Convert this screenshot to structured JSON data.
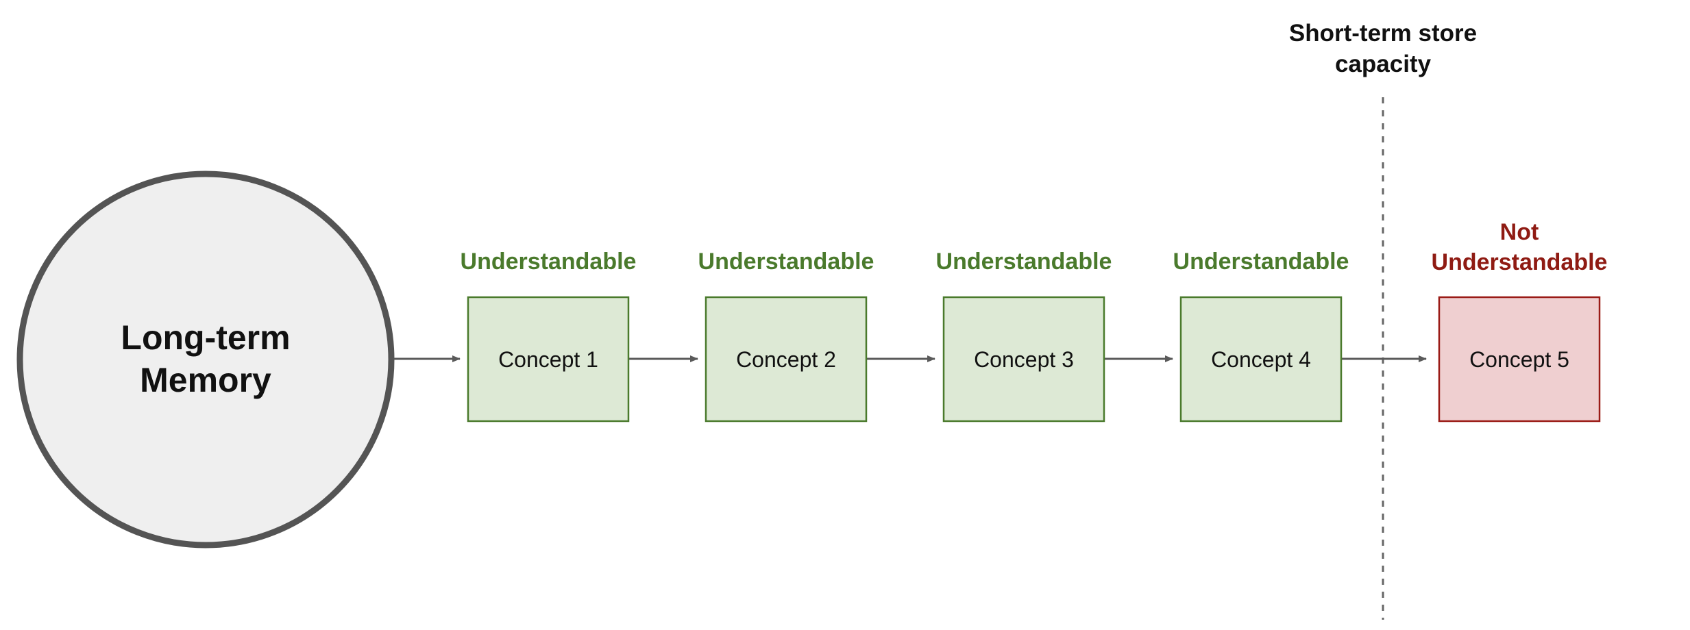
{
  "diagram": {
    "memory": {
      "line1": "Long-term",
      "line2": "Memory"
    },
    "boundary": {
      "line1": "Short-term store",
      "line2": "capacity"
    },
    "concepts": [
      {
        "label": "Concept 1",
        "status": "Understandable"
      },
      {
        "label": "Concept 2",
        "status": "Understandable"
      },
      {
        "label": "Concept 3",
        "status": "Understandable"
      },
      {
        "label": "Concept 4",
        "status": "Understandable"
      },
      {
        "label": "Concept 5",
        "status_line1": "Not",
        "status_line2": "Understandable"
      }
    ],
    "colors": {
      "understandable_text": "#4a7a2c",
      "understandable_fill": "#dde9d5",
      "understandable_stroke": "#4a7a2c",
      "not_understandable_text": "#8f1b13",
      "not_understandable_fill": "#efcfd0",
      "not_understandable_stroke": "#9a1b16",
      "memory_fill": "#efefef",
      "memory_stroke": "#545454",
      "arrow": "#5a5a5a",
      "boundary_line": "#666666"
    }
  }
}
